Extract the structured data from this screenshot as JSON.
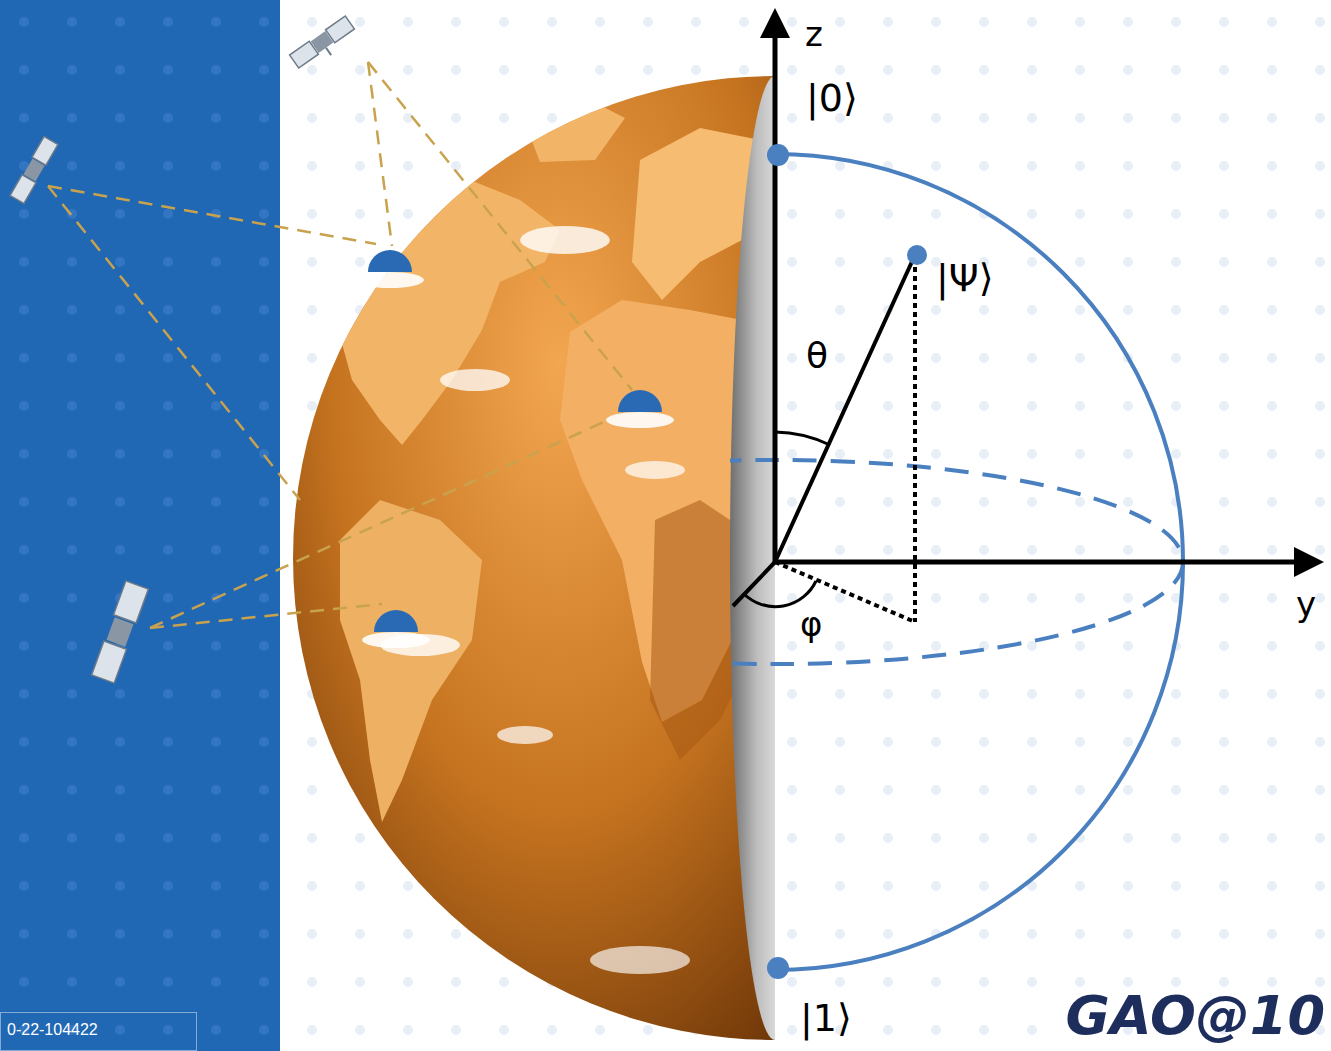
{
  "diagram": {
    "nodes": [
      {
        "text": [
          "0-22-104422"
        ]
      }
    ],
    "labels": [
      "z",
      "|0⟩",
      "|Ψ⟩",
      "θ",
      "φ",
      "y",
      "|1⟩",
      "GAO@10"
    ]
  }
}
